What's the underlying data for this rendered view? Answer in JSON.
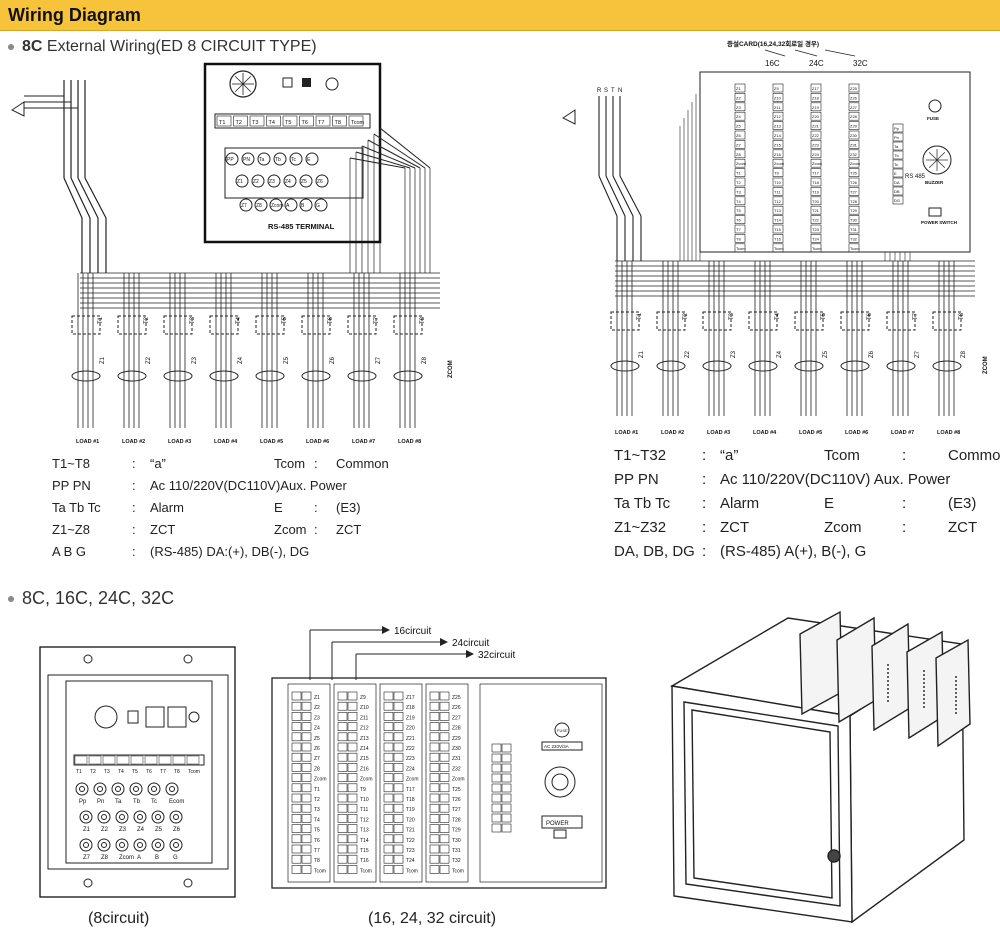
{
  "header": {
    "title": "Wiring Diagram"
  },
  "section1": {
    "bold": "8C",
    "rest": "External Wiring(ED 8 CIRCUIT TYPE)"
  },
  "diagram_left": {
    "terminals_top": [
      "T1",
      "T2",
      "T3",
      "T4",
      "T5",
      "T6",
      "T7",
      "T8",
      "Tcom"
    ],
    "terminals_mid": [
      "PP",
      "PN",
      "Ta",
      "Tb",
      "Tc",
      "E"
    ],
    "terminals_z1": [
      "Z1",
      "Z2",
      "Z3",
      "Z4",
      "Z5",
      "Z6"
    ],
    "terminals_z2": [
      "Z7",
      "Z8",
      "Zcom",
      "A",
      "B",
      "G"
    ],
    "rs485_label": "RS-485 TERMINAL",
    "loads": [
      "LOAD #1",
      "LOAD #2",
      "LOAD #3",
      "LOAD #4",
      "LOAD #5",
      "LOAD #6",
      "LOAD #7",
      "LOAD #8"
    ],
    "t_labels": [
      "T1",
      "T2",
      "T3",
      "T4",
      "T5",
      "T6",
      "T7",
      "T8"
    ],
    "z_labels": [
      "Z1",
      "Z2",
      "Z3",
      "Z4",
      "Z5",
      "Z6",
      "Z7",
      "Z8"
    ],
    "zcom": "ZCOM"
  },
  "legend_left": [
    {
      "k": "T1~T8",
      "s": ":",
      "v": "“a”",
      "k2": "Tcom",
      "s2": ":",
      "v2": "Common"
    },
    {
      "k": "PP PN",
      "s": ":",
      "v": "Ac 110/220V(DC110V)Aux. Power"
    },
    {
      "k": "Ta Tb Tc",
      "s": ":",
      "v": "Alarm",
      "k2": "E",
      "s2": ":",
      "v2": "(E3)"
    },
    {
      "k": "Z1~Z8",
      "s": ":",
      "v": "ZCT",
      "k2": "Zcom",
      "s2": ":",
      "v2": "ZCT"
    },
    {
      "k": "A B G",
      "s": ":",
      "v": "(RS-485) DA:(+), DB(-), DG"
    }
  ],
  "diagram_right": {
    "card_title": "증설CARD(16,24,32회로일 경우)",
    "card_cols": [
      "16C",
      "24C",
      "32C"
    ],
    "rst": [
      "R",
      "S",
      "T",
      "N"
    ],
    "fuse": "FUSE",
    "buzzer": "BUZZER",
    "power_switch": "POWER SWITCH",
    "rs485": "RS 485",
    "col1": [
      "Z1",
      "Z2",
      "Z3",
      "Z4",
      "Z5",
      "Z6",
      "Z7",
      "Z8",
      "Zcom",
      "T1",
      "T2",
      "T3",
      "T4",
      "T5",
      "T6",
      "T7",
      "T8",
      "Tcom"
    ],
    "col2": [
      "Z9",
      "Z10",
      "Z11",
      "Z12",
      "Z13",
      "Z14",
      "Z15",
      "Z16",
      "Zcom",
      "T9",
      "T10",
      "T11",
      "T12",
      "T13",
      "T14",
      "T15",
      "T16",
      "Tcom"
    ],
    "col3": [
      "Z17",
      "Z18",
      "Z19",
      "Z20",
      "Z21",
      "Z22",
      "Z23",
      "Z24",
      "Zcom",
      "T17",
      "T18",
      "T19",
      "T20",
      "T21",
      "T22",
      "T23",
      "T24",
      "Tcom"
    ],
    "col4": [
      "Z25",
      "Z26",
      "Z27",
      "Z28",
      "Z29",
      "Z30",
      "Z31",
      "Z32",
      "Zcom",
      "T25",
      "T26",
      "T27",
      "T28",
      "T29",
      "T30",
      "T31",
      "T32",
      "Tcom"
    ],
    "side_terms": [
      "Pp",
      "Pn",
      "Ta",
      "Tb",
      "Tc",
      "E",
      "DA",
      "DB",
      "DG"
    ],
    "loads": [
      "LOAD #1",
      "LOAD #2",
      "LOAD #3",
      "LOAD #4",
      "LOAD #5",
      "LOAD #6",
      "LOAD #7",
      "LOAD #8"
    ],
    "t_labels": [
      "T1",
      "T2",
      "T3",
      "T4",
      "T5",
      "T6",
      "T7",
      "T8"
    ],
    "z_labels": [
      "Z1",
      "Z2",
      "Z3",
      "Z4",
      "Z5",
      "Z6",
      "Z7",
      "Z8"
    ],
    "zcom": "ZCOM"
  },
  "legend_right": [
    {
      "k": "T1~T32",
      "s": ":",
      "v": "“a”",
      "k2": "Tcom",
      "s2": ":",
      "v2": "Common"
    },
    {
      "k": "PP PN",
      "s": ":",
      "v": "Ac 110/220V(DC110V) Aux. Power"
    },
    {
      "k": "Ta Tb Tc",
      "s": ":",
      "v": "Alarm",
      "k2": "E",
      "s2": ":",
      "v2": "(E3)"
    },
    {
      "k": "Z1~Z32",
      "s": ":",
      "v": "ZCT",
      "k2": "Zcom",
      "s2": ":",
      "v2": "ZCT"
    },
    {
      "k": "DA, DB, DG",
      "s": ":",
      "v": "(RS-485) A(+), B(-), G"
    }
  ],
  "section2": {
    "label": "8C, 16C, 24C, 32C"
  },
  "panel8": {
    "t_row": [
      "T1",
      "T2",
      "T3",
      "T4",
      "T5",
      "T6",
      "T7",
      "T8",
      "Tcom"
    ],
    "row2": [
      "Pp",
      "Pn",
      "Ta",
      "Tb",
      "Tc",
      "Ecom"
    ],
    "row3": [
      "Z1",
      "Z2",
      "Z3",
      "Z4",
      "Z5",
      "Z6"
    ],
    "row4": [
      "Z7",
      "Z8",
      "Zcom",
      "A",
      "B",
      "G"
    ],
    "caption": "(8circuit)"
  },
  "panel32": {
    "arrows": [
      "16circuit",
      "24circuit",
      "32circuit"
    ],
    "cols": [
      [
        "Z1",
        "Z2",
        "Z3",
        "Z4",
        "Z5",
        "Z6",
        "Z7",
        "Z8",
        "Zcom",
        "T1",
        "T2",
        "T3",
        "T4",
        "T5",
        "T6",
        "T7",
        "T8",
        "Tcom"
      ],
      [
        "Z9",
        "Z10",
        "Z11",
        "Z12",
        "Z13",
        "Z14",
        "Z15",
        "Z16",
        "Zcom",
        "T9",
        "T10",
        "T11",
        "T12",
        "T13",
        "T14",
        "T15",
        "T16",
        "Tcom"
      ],
      [
        "Z17",
        "Z18",
        "Z19",
        "Z20",
        "Z21",
        "Z22",
        "Z23",
        "Z24",
        "Zcom",
        "T17",
        "T18",
        "T19",
        "T20",
        "T21",
        "T22",
        "T23",
        "T24",
        "Tcom"
      ],
      [
        "Z25",
        "Z26",
        "Z27",
        "Z28",
        "Z29",
        "Z30",
        "Z31",
        "Z32",
        "Zcom",
        "T25",
        "T26",
        "T27",
        "T28",
        "T29",
        "T30",
        "T31",
        "T32",
        "Tcom"
      ]
    ],
    "fuse": "FUSE",
    "ac": "AC 220V/3A",
    "power": "POWER",
    "caption": "(16, 24, 32 circuit)"
  }
}
